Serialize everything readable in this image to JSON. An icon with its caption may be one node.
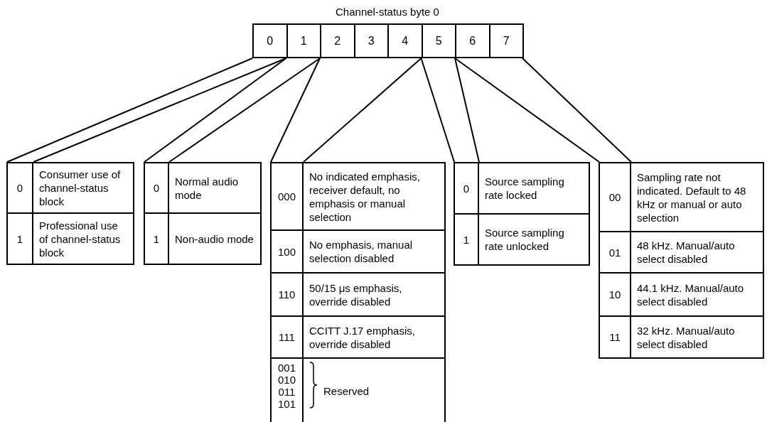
{
  "diagram": {
    "title": "Channel-status byte 0",
    "nodes": [
      {
        "text": [
          "0"
        ]
      },
      {
        "text": [
          "1"
        ]
      },
      {
        "text": [
          "2"
        ]
      },
      {
        "text": [
          "3"
        ]
      },
      {
        "text": [
          "4"
        ]
      },
      {
        "text": [
          "5"
        ]
      },
      {
        "text": [
          "6"
        ]
      },
      {
        "text": [
          "7"
        ]
      },
      {
        "text": [],
        "shape": "box"
      },
      {
        "text": [
          "0",
          "Consumer use of channel-status block"
        ],
        "in": 8
      },
      {
        "text": [
          "1",
          "Professional use of channel-status block"
        ],
        "in": 8
      },
      {
        "text": [],
        "shape": "box"
      },
      {
        "text": [
          "0",
          "Normal audio mode"
        ],
        "in": 11
      },
      {
        "text": [
          "1",
          "Non-audio mode"
        ],
        "in": 11
      },
      {
        "text": [],
        "shape": "box"
      },
      {
        "text": [
          "000",
          "No indicated emphasis, receiver default, no emphasis or manual selection"
        ],
        "in": 14
      },
      {
        "text": [
          "100",
          "No emphasis, manual selection disabled"
        ],
        "in": 14
      },
      {
        "text": [
          "110",
          "50/15 μs emphasis, override disabled"
        ],
        "in": 14
      },
      {
        "text": [
          "111",
          "CCITT J.17 emphasis, override disabled"
        ],
        "in": 14
      },
      {
        "text": [
          "001 010 011 101",
          "Reserved"
        ],
        "in": 14
      },
      {
        "text": [],
        "shape": "box"
      },
      {
        "text": [
          "0",
          "Source sampling rate locked"
        ],
        "in": 20
      },
      {
        "text": [
          "1",
          "Source sampling rate unlocked"
        ],
        "in": 20
      },
      {
        "text": [],
        "shape": "box"
      },
      {
        "text": [
          "00",
          "Sampling rate not indicated. Default to 48 kHz or manual or auto selection"
        ],
        "in": 23
      },
      {
        "text": [
          "01",
          "48 kHz. Manual/auto select disabled"
        ],
        "in": 23
      },
      {
        "text": [
          "10",
          "44.1 kHz. Manual/auto select disabled"
        ],
        "in": 23
      },
      {
        "text": [
          "11",
          "32 kHz. Manual/auto select disabled"
        ],
        "in": 23
      }
    ],
    "edges": [
      {
        "from": 0,
        "to": 8,
        "arrow": "none"
      },
      {
        "from": 0,
        "to": 8,
        "arrow": "none"
      },
      {
        "from": 1,
        "to": 11,
        "arrow": "none"
      },
      {
        "from": 1,
        "to": 11,
        "arrow": "none"
      },
      {
        "from": 2,
        "to": 14,
        "arrow": "none"
      },
      {
        "from": 4,
        "to": 14,
        "arrow": "none"
      },
      {
        "from": 5,
        "to": 20,
        "arrow": "none"
      },
      {
        "from": 5,
        "to": 20,
        "arrow": "none"
      },
      {
        "from": 6,
        "to": 23,
        "arrow": "none"
      },
      {
        "from": 7,
        "to": 23,
        "arrow": "none"
      }
    ]
  }
}
